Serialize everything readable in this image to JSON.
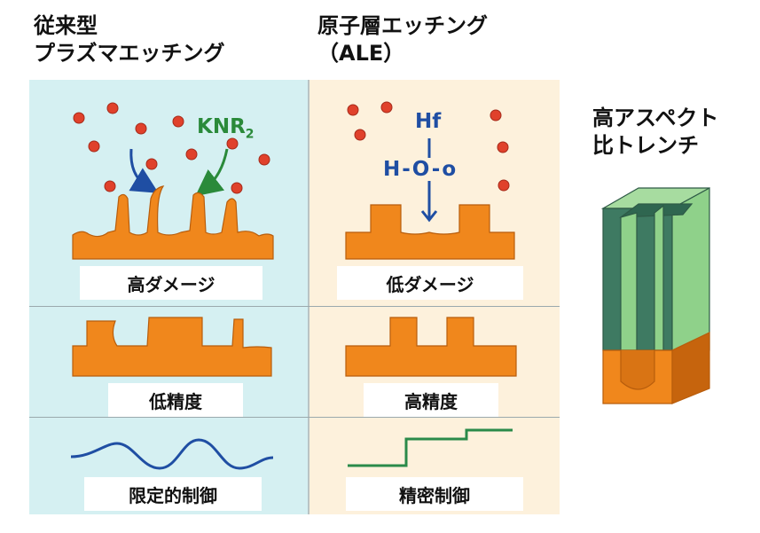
{
  "headers": {
    "conventional_line1": "従来型",
    "conventional_line2": "プラズマエッチング",
    "ale_line1": "原子層エッチング",
    "ale_line2": "（ALE）",
    "trench_line1": "高アスペクト",
    "trench_line2": "比トレンチ"
  },
  "labels": {
    "high_damage": "高ダメージ",
    "low_damage": "低ダメージ",
    "low_precision": "低精度",
    "high_precision": "高精度",
    "limited_control": "限定的制御",
    "precise_control": "精密制御"
  },
  "chemistry": {
    "knr": "KNR",
    "knr_subscript": "2",
    "hf": "Hf",
    "ho_chain": "H-O-o"
  },
  "colors": {
    "left_bg": "#d5f0f2",
    "right_bg": "#fdf1dc",
    "substrate": "#f0871c",
    "particle": "#e0412b",
    "wave_blue": "#1f4ea3",
    "step_green": "#2a8a4a",
    "trench_green": "#8fd18a",
    "trench_dark": "#3e7a62"
  }
}
